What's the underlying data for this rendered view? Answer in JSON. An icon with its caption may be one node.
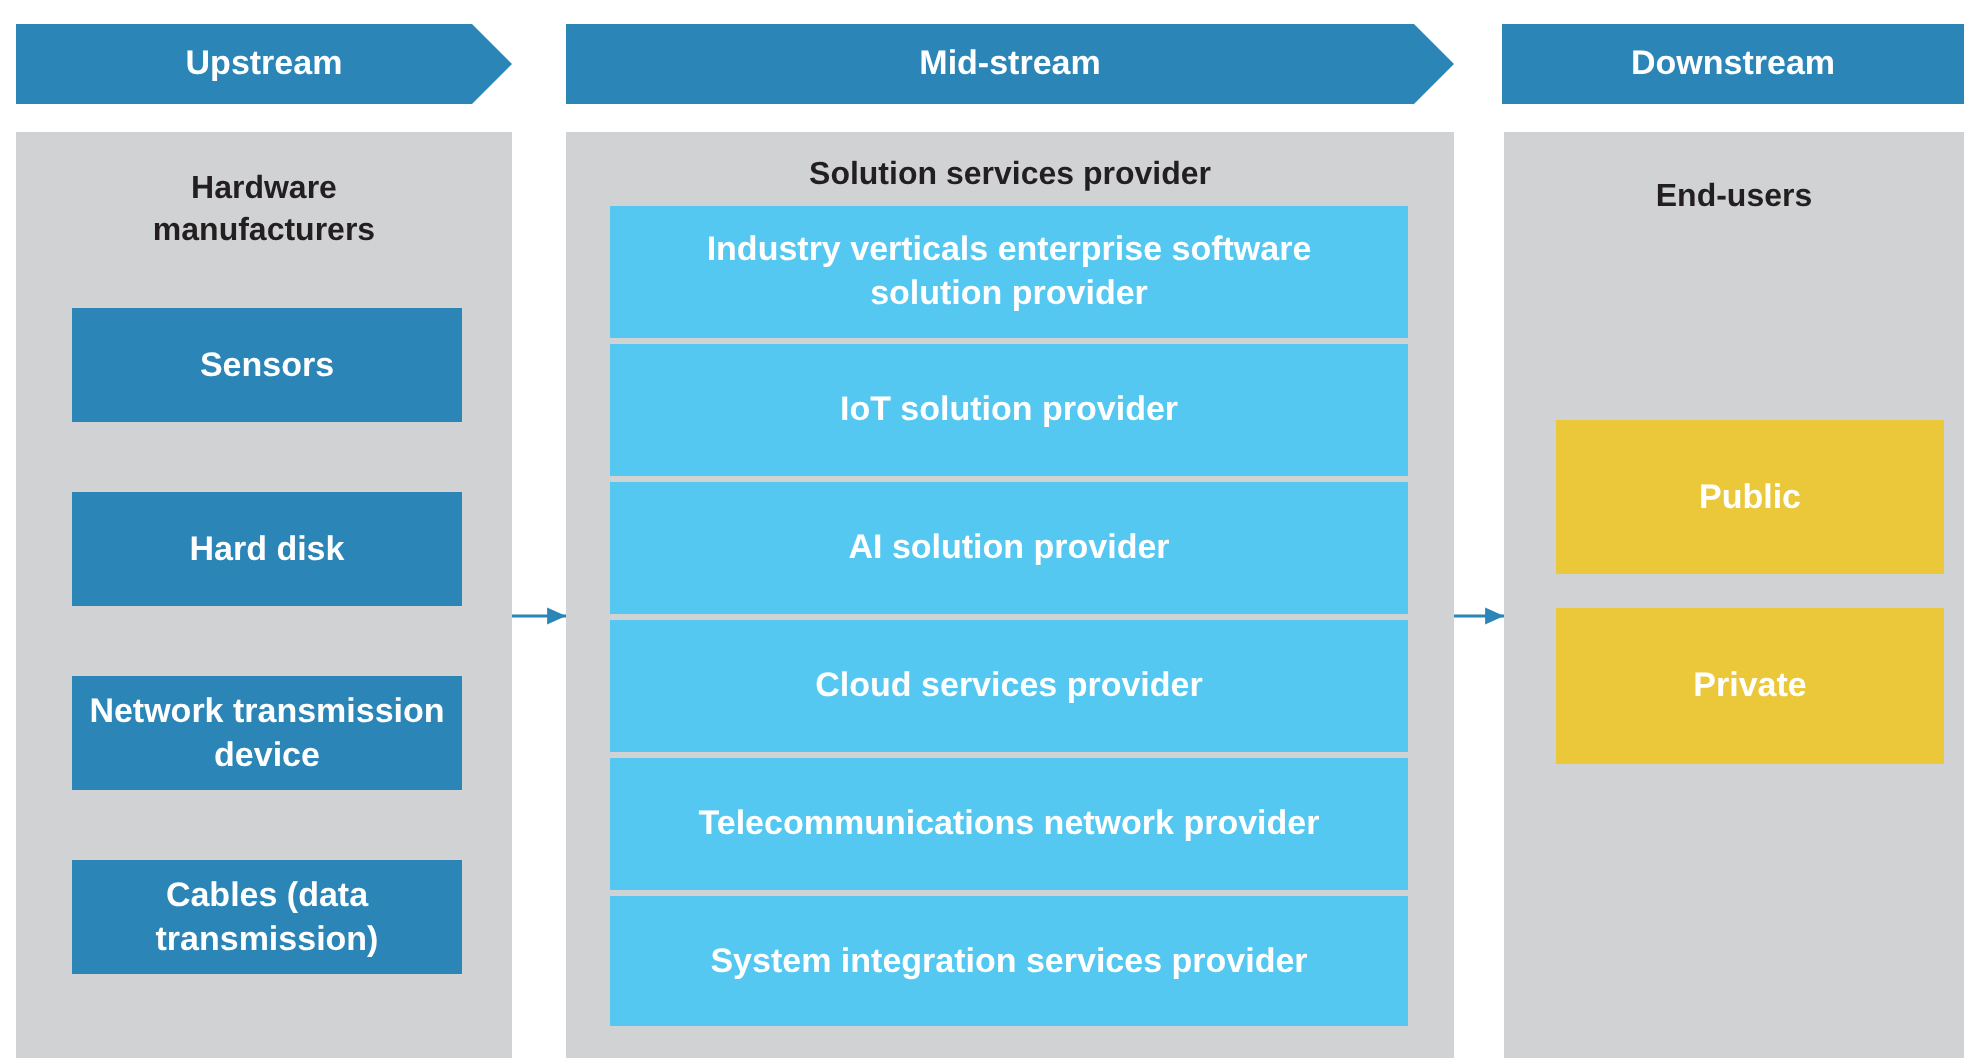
{
  "diagram": {
    "nodes": [
      {
        "text": [
          "Upstream"
        ]
      },
      {
        "text": [
          "Mid-stream"
        ]
      },
      {
        "text": [
          "Downstream"
        ]
      },
      {
        "text": [
          "Hardware manufacturers"
        ]
      },
      {
        "text": [
          "Sensors"
        ],
        "in": 3
      },
      {
        "text": [
          "Hard disk"
        ],
        "in": 3
      },
      {
        "text": [
          "Network transmission device"
        ],
        "in": 3
      },
      {
        "text": [
          "Cables (data transmission)"
        ],
        "in": 3
      },
      {
        "text": [
          "Solution services provider"
        ]
      },
      {
        "text": [
          "Industry verticals enterprise software solution provider"
        ],
        "in": 8
      },
      {
        "text": [
          "IoT solution provider"
        ],
        "in": 8
      },
      {
        "text": [
          "AI solution provider"
        ],
        "in": 8
      },
      {
        "text": [
          "Cloud services provider"
        ],
        "in": 8
      },
      {
        "text": [
          "Telecommunications network provider"
        ],
        "in": 8
      },
      {
        "text": [
          "System integration services provider"
        ],
        "in": 8
      },
      {
        "text": [
          "End-users"
        ]
      },
      {
        "text": [
          "Public"
        ],
        "in": 15
      },
      {
        "text": [
          "Private"
        ],
        "in": 15
      }
    ],
    "edges": [
      {
        "from": 3,
        "to": 8,
        "arrow": "to"
      },
      {
        "from": 8,
        "to": 15,
        "arrow": "to"
      }
    ]
  }
}
